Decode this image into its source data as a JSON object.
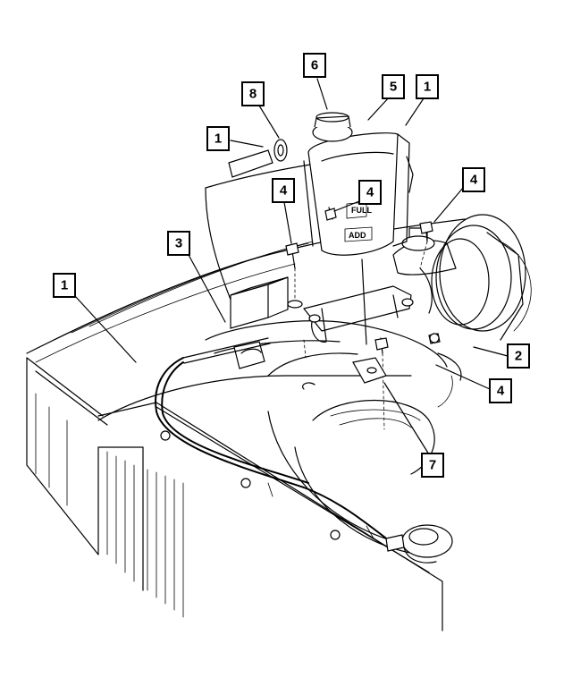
{
  "diagram": {
    "callouts": [
      {
        "id": "c6",
        "label": "6"
      },
      {
        "id": "c8",
        "label": "8"
      },
      {
        "id": "c5",
        "label": "5"
      },
      {
        "id": "c1a",
        "label": "1"
      },
      {
        "id": "c1b",
        "label": "1"
      },
      {
        "id": "c4a",
        "label": "4"
      },
      {
        "id": "c4b",
        "label": "4"
      },
      {
        "id": "c4c",
        "label": "4"
      },
      {
        "id": "c3",
        "label": "3"
      },
      {
        "id": "c1c",
        "label": "1"
      },
      {
        "id": "c2",
        "label": "2"
      },
      {
        "id": "c4d",
        "label": "4"
      },
      {
        "id": "c7",
        "label": "7"
      }
    ],
    "embossed": {
      "reservoir_text_top": "FULL",
      "reservoir_text_bottom": "ADD"
    }
  }
}
